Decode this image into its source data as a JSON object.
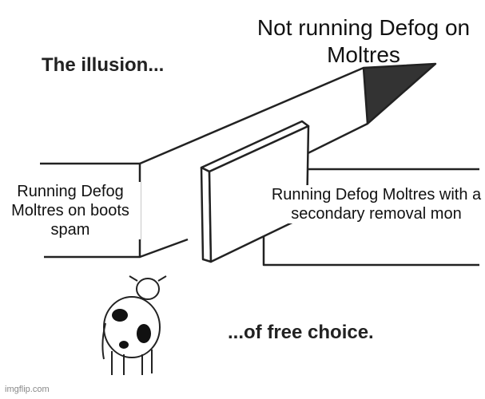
{
  "meme": {
    "caption_top": "The illusion...",
    "caption_bottom": "...of free choice.",
    "label_straight": "Not running Defog on Moltres",
    "label_left": "Running Defog Moltres on boots spam",
    "label_right": "Running Defog Moltres with a secondary removal mon",
    "watermark": "imgflip.com"
  }
}
